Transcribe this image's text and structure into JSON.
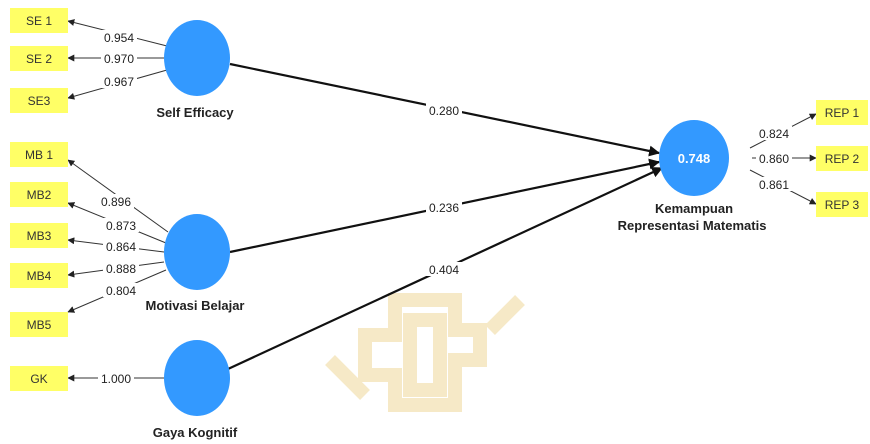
{
  "constructs": {
    "self_efficacy": {
      "label": "Self Efficacy"
    },
    "motivasi_belajar": {
      "label": "Motivasi Belajar"
    },
    "gaya_kognitif": {
      "label": "Gaya Kognitif"
    },
    "kemampuan": {
      "label_line1": "Kemampuan",
      "label_line2": "Representasi Matematis",
      "r_squared": "0.748"
    }
  },
  "indicators": {
    "se1": "SE 1",
    "se2": "SE 2",
    "se3": "SE3",
    "mb1": "MB 1",
    "mb2": "MB2",
    "mb3": "MB3",
    "mb4": "MB4",
    "mb5": "MB5",
    "gk": "GK",
    "rep1": "REP 1",
    "rep2": "REP 2",
    "rep3": "REP 3"
  },
  "loadings": {
    "se1": "0.954",
    "se2": "0.970",
    "se3": "0.967",
    "mb1": "0.896",
    "mb2": "0.873",
    "mb3": "0.864",
    "mb4": "0.888",
    "mb5": "0.804",
    "gk": "1.000",
    "rep1": "0.824",
    "rep2": "0.860",
    "rep3": "0.861"
  },
  "paths": {
    "se_krm": "0.280",
    "mb_krm": "0.236",
    "gk_krm": "0.404"
  },
  "colors": {
    "construct": "#3399ff",
    "indicator": "#ffff66",
    "watermark": "#f6e9c7"
  }
}
